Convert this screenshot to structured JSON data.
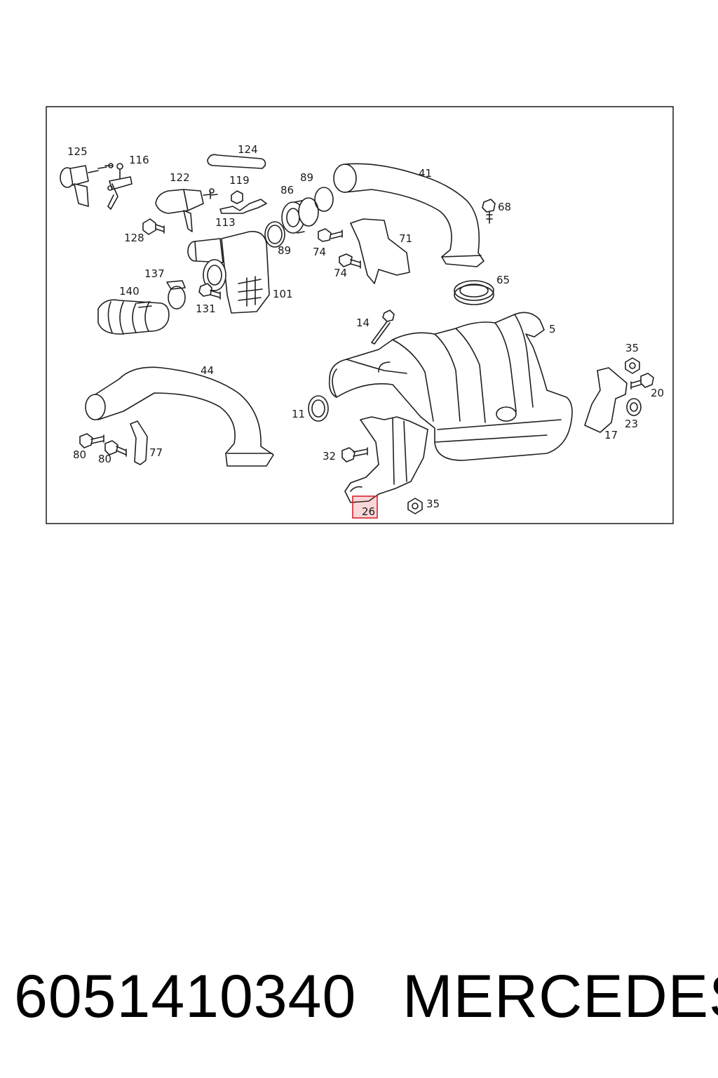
{
  "diagram": {
    "callouts": [
      {
        "id": "c125",
        "text": "125"
      },
      {
        "id": "c116",
        "text": "116"
      },
      {
        "id": "c124",
        "text": "124"
      },
      {
        "id": "c122",
        "text": "122"
      },
      {
        "id": "c119",
        "text": "119"
      },
      {
        "id": "c89a",
        "text": "89"
      },
      {
        "id": "c86",
        "text": "86"
      },
      {
        "id": "c41",
        "text": "41"
      },
      {
        "id": "c68",
        "text": "68"
      },
      {
        "id": "c113",
        "text": "113"
      },
      {
        "id": "c128",
        "text": "128"
      },
      {
        "id": "c89b",
        "text": "89"
      },
      {
        "id": "c74a",
        "text": "74"
      },
      {
        "id": "c71",
        "text": "71"
      },
      {
        "id": "c74b",
        "text": "74"
      },
      {
        "id": "c137",
        "text": "137"
      },
      {
        "id": "c65",
        "text": "65"
      },
      {
        "id": "c140",
        "text": "140"
      },
      {
        "id": "c101",
        "text": "101"
      },
      {
        "id": "c131",
        "text": "131"
      },
      {
        "id": "c14",
        "text": "14"
      },
      {
        "id": "c5",
        "text": "5"
      },
      {
        "id": "c35a",
        "text": "35"
      },
      {
        "id": "c44",
        "text": "44"
      },
      {
        "id": "c20",
        "text": "20"
      },
      {
        "id": "c11",
        "text": "11"
      },
      {
        "id": "c23",
        "text": "23"
      },
      {
        "id": "c17",
        "text": "17"
      },
      {
        "id": "c77",
        "text": "77"
      },
      {
        "id": "c80a",
        "text": "80"
      },
      {
        "id": "c80b",
        "text": "80"
      },
      {
        "id": "c32",
        "text": "32"
      },
      {
        "id": "c35b",
        "text": "35"
      },
      {
        "id": "c26",
        "text": "26",
        "highlighted": true
      }
    ],
    "highlight_color": "#d9232d"
  },
  "footer": {
    "part_number": "6051410340",
    "brand": "MERCEDES"
  }
}
